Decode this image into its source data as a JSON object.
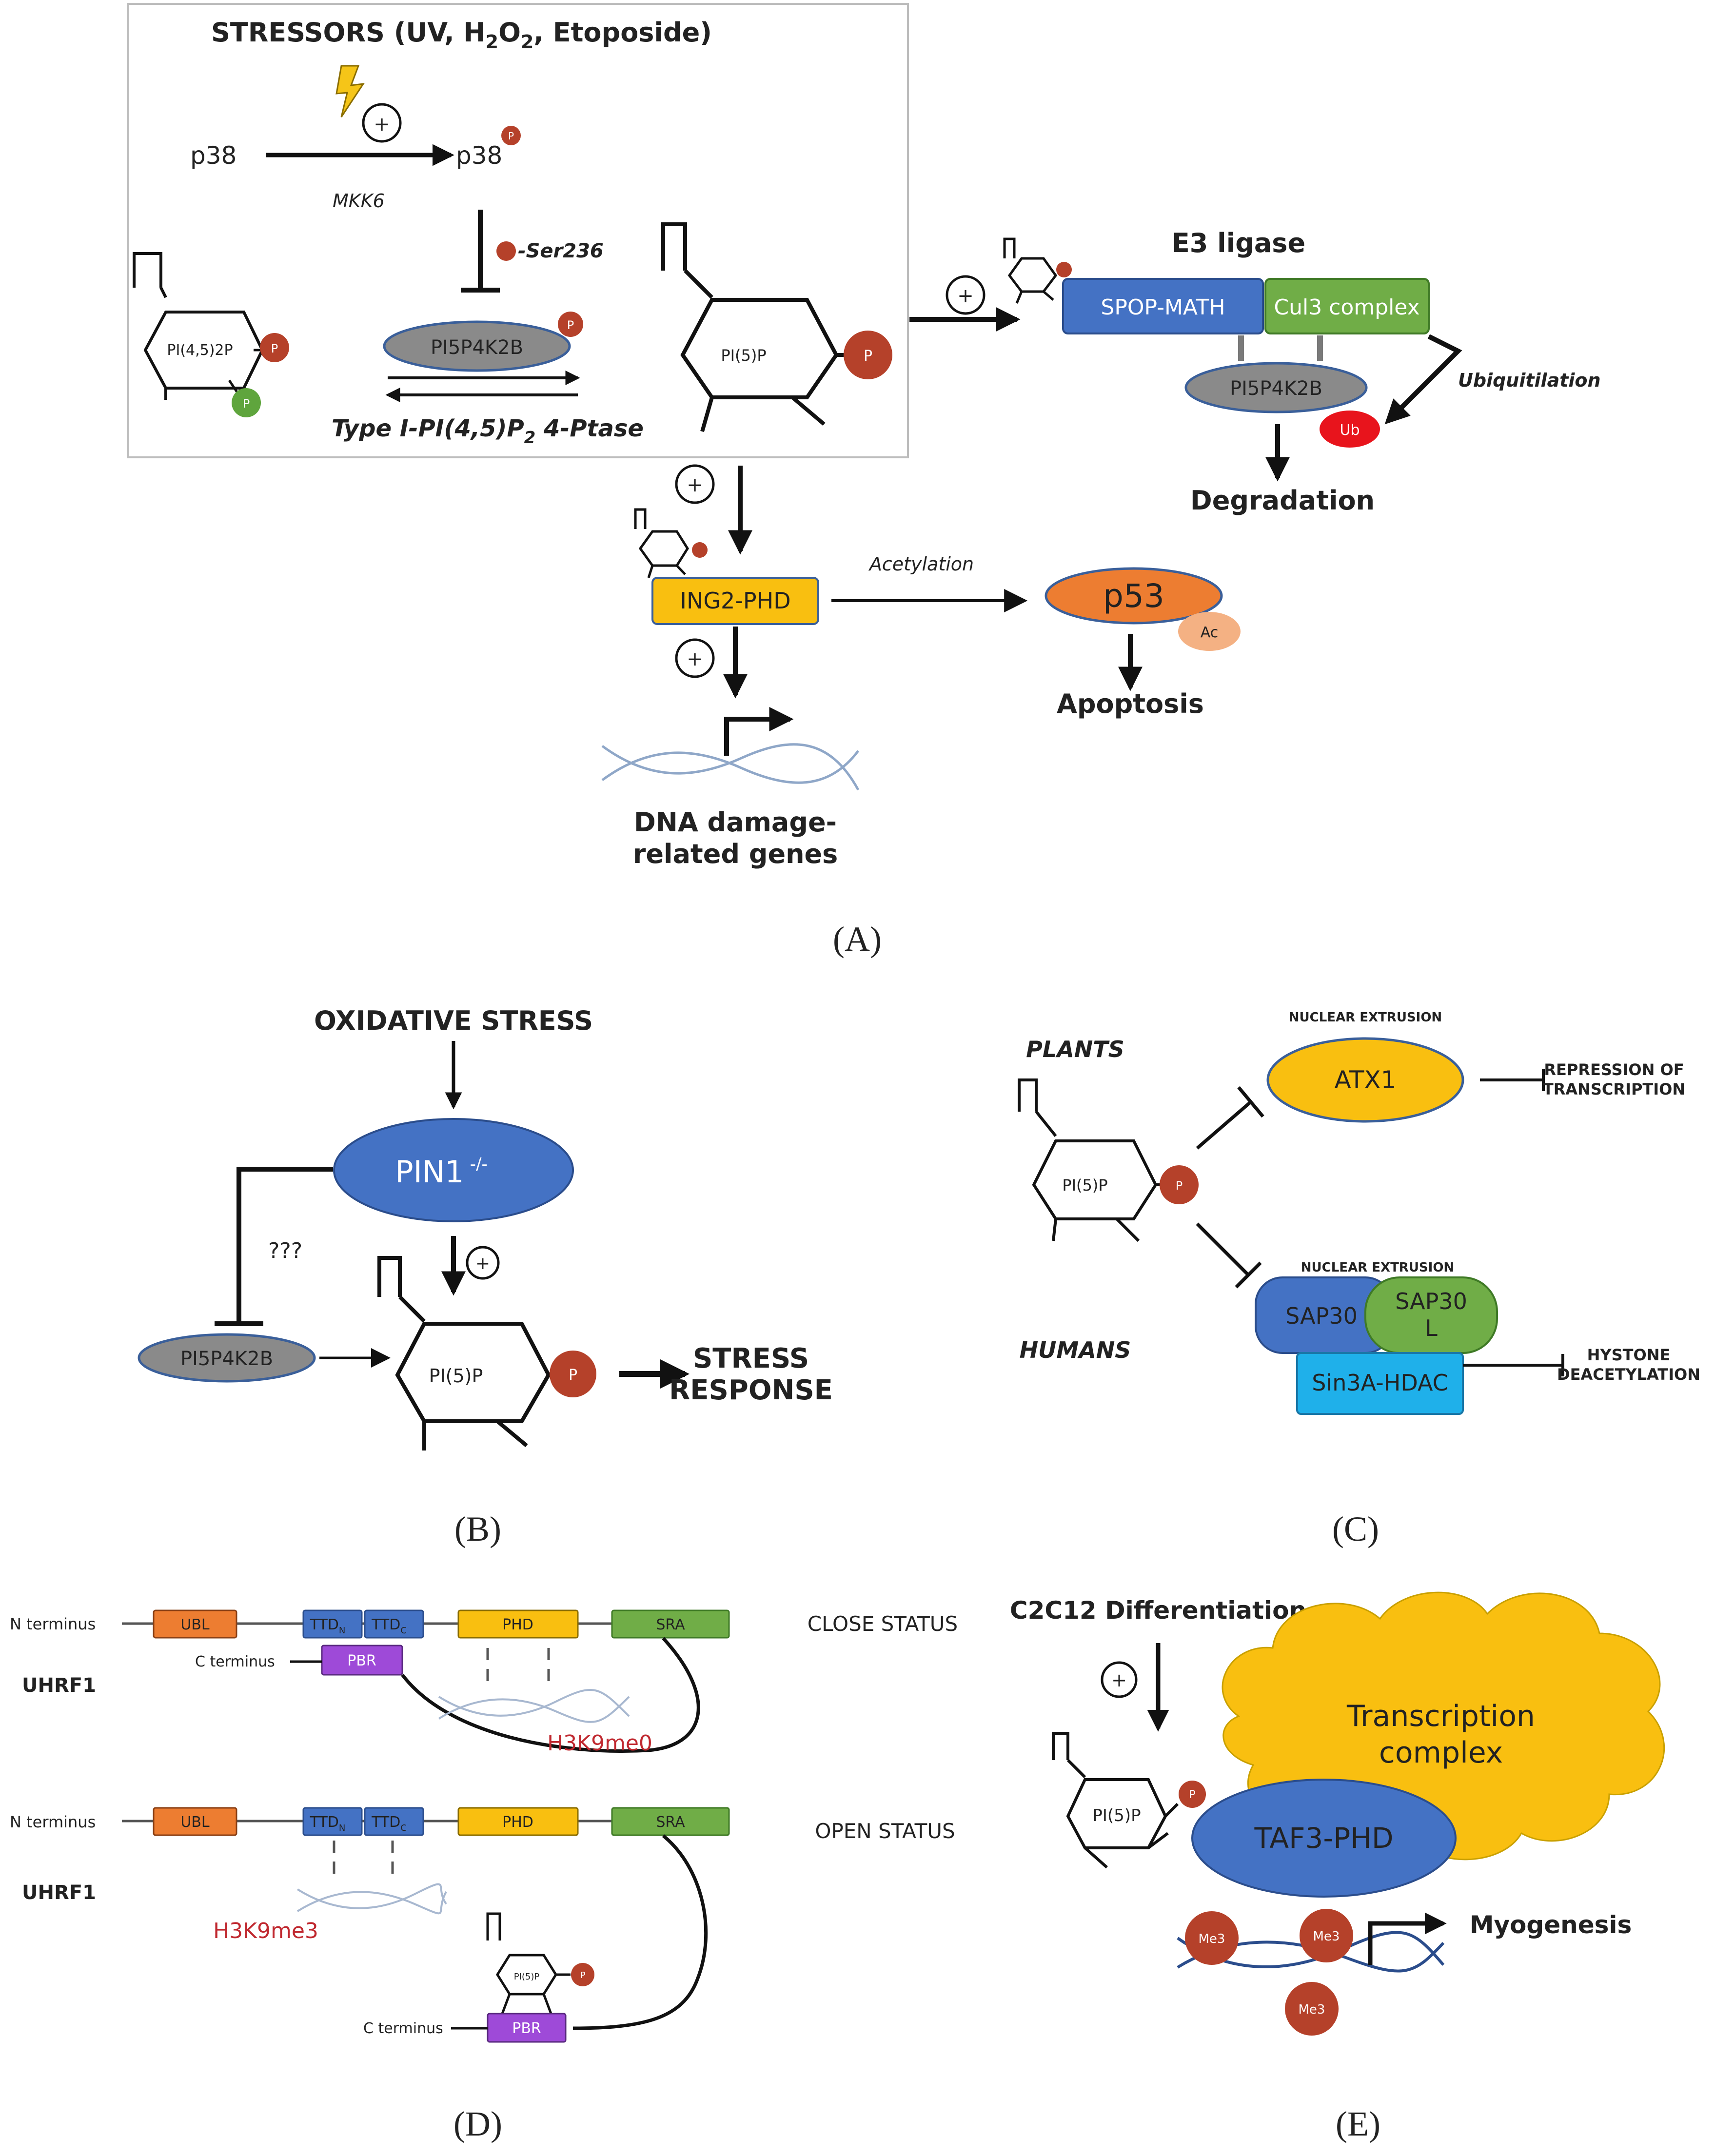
{
  "panel_labels": {
    "a": "(A)",
    "b": "(B)",
    "c": "(C)",
    "d": "(D)",
    "e": "(E)"
  },
  "a": {
    "stressors_pre": "STRESSORS (UV, H",
    "stressors_sub1": "2",
    "stressors_mid": "O",
    "stressors_sub2": "2",
    "stressors_post": ", Etoposide)",
    "p38": "p38",
    "p38p": "p38",
    "mkk6": "MKK6",
    "ser236": "-Ser236",
    "pi45p2": "PI(4,5)2P",
    "pi5p4k2b": "PI5P4K2B",
    "type_pre": "Type I-PI(4,5)P",
    "type_sub": "2",
    "type_post": " 4-Ptase",
    "pi5p": "PI(5)P",
    "e3": "E3 ligase",
    "spop": "SPOP-MATH",
    "cul3": "Cul3 complex",
    "pi5p4k2b_right": "PI5P4K2B",
    "ub": "Ub",
    "ubiq": "Ubiquitilation",
    "degradation": "Degradation",
    "ing2": "ING2-PHD",
    "acetylation": "Acetylation",
    "p53": "p53",
    "ac": "Ac",
    "apoptosis": "Apoptosis",
    "dna1": "DNA damage-",
    "dna2": "related genes",
    "p": "P",
    "plus": "+"
  },
  "b": {
    "oxidative": "OXIDATIVE STRESS",
    "pin1": "PIN1",
    "pin1_sup": "-/-",
    "qqq": "???",
    "pi5p4k2b": "PI5P4K2B",
    "pi5p": "PI(5)P",
    "stress1": "STRESS",
    "stress2": "RESPONSE"
  },
  "c": {
    "plants": "PLANTS",
    "humans": "HUMANS",
    "nuclear1": "NUCLEAR EXTRUSION",
    "nuclear2": "NUCLEAR EXTRUSION",
    "atx1": "ATX1",
    "rep1": "REPRESSION OF",
    "rep2": "TRANSCRIPTION",
    "pi5p": "PI(5)P",
    "sap30": "SAP30",
    "sap30l1": "SAP30",
    "sap30l2": "L",
    "sin3a": "Sin3A-HDAC",
    "hist1": "HYSTONE",
    "hist2": "DEACETYLATION"
  },
  "d": {
    "nterm1": "N terminus",
    "nterm2": "N terminus",
    "uhrf1_1": "UHRF1",
    "uhrf1_2": "UHRF1",
    "ubl": "UBL",
    "ttd": "TTD",
    "ttd_n": "N",
    "ttd_c": "C",
    "phd": "PHD",
    "sra": "SRA",
    "pbr": "PBR",
    "cterm": "C terminus",
    "h3k9me0": "H3K9me0",
    "h3k9me3": "H3K9me3",
    "close": "CLOSE STATUS",
    "open": "OPEN STATUS",
    "pi5p": "PI(5)P"
  },
  "e": {
    "c2c12": "C2C12 Differentiation",
    "tc1": "Transcription",
    "tc2": "complex",
    "taf3": "TAF3-PHD",
    "pi5p": "PI(5)P",
    "me3": "Me3",
    "myogenesis": "Myogenesis"
  },
  "colors": {
    "phospho": "#b5412a",
    "green_p": "#5fa53d",
    "gray_oval": "#8a8a8a",
    "blue": "#4472c4",
    "green": "#70ad47",
    "orange_yellow": "#f9bf10",
    "orange": "#ed7d31",
    "purple": "#9e4ad8",
    "cyan": "#1fb0ea",
    "red_text": "#c0282f"
  }
}
